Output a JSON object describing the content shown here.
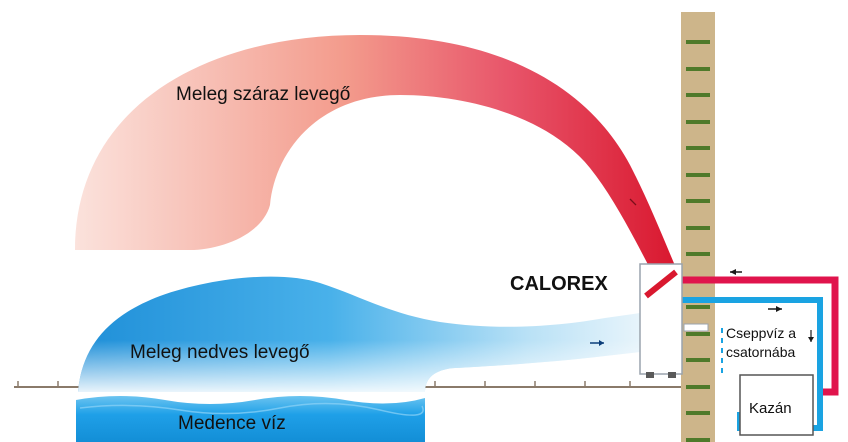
{
  "labels": {
    "warm_dry_air": "Meleg száraz levegő",
    "warm_humid_air": "Meleg nedves levegő",
    "pool_water": "Medence víz",
    "unit_name": "CALOREX",
    "condensate_line1": "Cseppvíz a",
    "condensate_line2": "csatornába",
    "boiler": "Kazán"
  },
  "colors": {
    "dry_air": "#d9182f",
    "humid_air": "#1f9ae0",
    "pool": "#1fa0e8",
    "wall": "#cdb58a",
    "wall_marks": "#4f7a2a",
    "hot_pipe": "#e0144c",
    "cold_pipe": "#1aa3e2"
  }
}
